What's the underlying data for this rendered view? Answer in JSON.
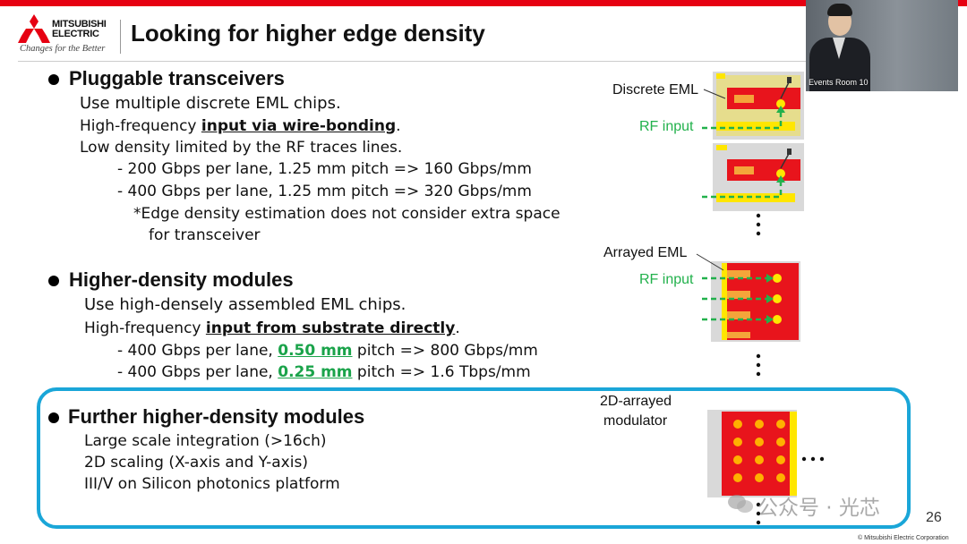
{
  "header": {
    "brand_line1": "MITSUBISHI",
    "brand_line2": "ELECTRIC",
    "tagline": "Changes for the Better",
    "title": "Looking for higher edge density",
    "brand_color": "#e60012"
  },
  "video": {
    "label": "Events Room 10"
  },
  "sections": [
    {
      "heading": "Pluggable transceivers",
      "lines": [
        {
          "text": "Use multiple discrete EML chips."
        },
        {
          "pre": "High-frequency ",
          "em": "input via wire-bonding",
          "post": "."
        },
        {
          "text": "Low density limited by the RF traces lines."
        },
        {
          "text": "- 200 Gbps per lane,  1.25 mm pitch => 160 Gbps/mm"
        },
        {
          "text": "- 400 Gbps per lane, 1.25 mm pitch => 320 Gbps/mm"
        },
        {
          "text": "*Edge density estimation does not consider extra space"
        },
        {
          "text": "for transceiver"
        }
      ]
    },
    {
      "heading": "Higher-density modules",
      "lines": [
        {
          "text": "Use high-densely assembled EML chips."
        },
        {
          "pre": "High-frequency ",
          "em": "input from substrate directly",
          "post": "."
        },
        {
          "pre": "- 400 Gbps per lane, ",
          "green": "0.50 mm",
          "post": " pitch => 800 Gbps/mm"
        },
        {
          "pre": "- 400 Gbps per lane, ",
          "green": "0.25 mm",
          "post": " pitch => 1.6 Tbps/mm"
        }
      ]
    },
    {
      "heading": "Further higher-density modules",
      "lines": [
        {
          "text": "Large scale integration (>16ch)"
        },
        {
          "text": "2D scaling (X-axis and Y-axis)"
        },
        {
          "text": "III/V on Silicon photonics platform"
        }
      ]
    }
  ],
  "diagram": {
    "discrete_label": "Discrete EML",
    "discrete_rf_label": "RF input",
    "arrayed_label": "Arrayed EML",
    "arrayed_rf_label": "RF input",
    "modulator_label_1": "2D-arrayed",
    "modulator_label_2": "modulator",
    "ellipsis_vertical": "⋮",
    "ellipsis_horizontal": "…",
    "colors": {
      "chip": "#e8141c",
      "pad": "#ffe600",
      "substrate": "#d9d9d9",
      "rf": "#22b14c",
      "highlight": "#1aa6d8"
    }
  },
  "footer": {
    "page_number": "26",
    "copyright": "© Mitsubishi Electric Corporation",
    "watermark": "公众号 · 光芯"
  }
}
